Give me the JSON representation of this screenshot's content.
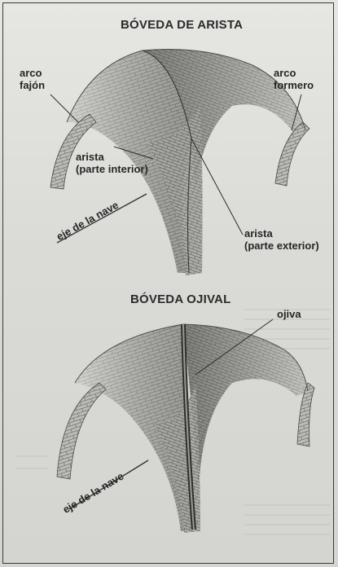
{
  "top_diagram": {
    "title": "BÓVEDA DE ARISTA",
    "labels": {
      "arco_fajon_1": "arco",
      "arco_fajon_2": "fajón",
      "arco_formero_1": "arco",
      "arco_formero_2": "formero",
      "arista_interior_1": "arista",
      "arista_interior_2": "(parte interior)",
      "arista_exterior_1": "arista",
      "arista_exterior_2": "(parte exterior)",
      "eje_nave": "eje de la nave"
    }
  },
  "bottom_diagram": {
    "title": "BÓVEDA OJIVAL",
    "labels": {
      "ojiva": "ojiva",
      "eje_nave": "eje de la nave"
    }
  },
  "colors": {
    "ink": "#262626",
    "vault_light": "#cfcfcb",
    "vault_dark": "#7d7d79"
  }
}
